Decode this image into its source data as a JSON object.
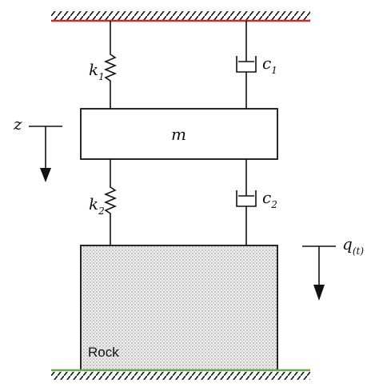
{
  "diagram": {
    "labels": {
      "k1": "k",
      "k1_sub": "1",
      "c1": "c",
      "c1_sub": "1",
      "mass": "m",
      "z": "z",
      "k2": "k",
      "k2_sub": "2",
      "c2": "c",
      "c2_sub": "2",
      "q": "q",
      "q_sub": "(t)",
      "rock": "Rock"
    },
    "colors": {
      "top_line": "#d12a2a",
      "ground_line": "#6aa84f",
      "stroke": "#111111",
      "rock_fill": "#e6e6e6"
    }
  }
}
